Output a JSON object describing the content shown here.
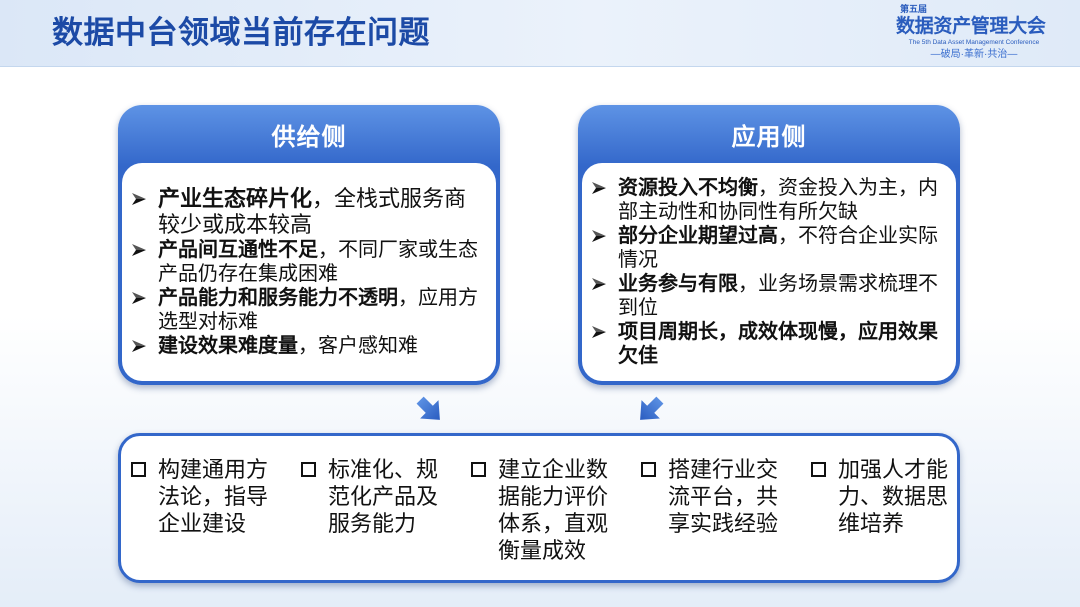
{
  "slide": {
    "title": "数据中台领域当前存在问题"
  },
  "logo": {
    "edition": "第五届",
    "name": "数据资产管理大会",
    "english": "The 5th Data Asset Management Conference",
    "slogan": "—破局·革新·共治—"
  },
  "supply_side": {
    "header": "供给侧",
    "items": [
      {
        "bold": "产业生态碎片化",
        "text": "，全栈式服务商较少或成本较高"
      },
      {
        "bold": "产品间互通性不足",
        "text": "，不同厂家或生态产品仍存在集成困难"
      },
      {
        "bold": "产品能力和服务能力不透明",
        "text": "，应用方选型对标难"
      },
      {
        "bold": "建设效果难度量",
        "text": "，客户感知难"
      }
    ]
  },
  "application_side": {
    "header": "应用侧",
    "items": [
      {
        "bold": "资源投入不均衡",
        "text": "，资金投入为主，内部主动性和协同性有所欠缺"
      },
      {
        "bold": "部分企业期望过高",
        "text": "，不符合企业实际情况"
      },
      {
        "bold": "业务参与有限",
        "text": "，业务场景需求梳理不到位"
      },
      {
        "bold": "项目周期长，成效体现慢，应用效果欠佳"
      }
    ]
  },
  "measures": {
    "items": [
      "构建通用方法论，指导企业建设",
      "标准化、规范化产品及服务能力",
      "建立企业数据能力评价体系，直观衡量成效",
      "搭建行业交流平台，共享实践经验",
      "加强人才能力、数据思维培养"
    ]
  },
  "icons": {
    "list_bullet": "arrowhead-bullet-icon",
    "measure_bullet": "square-checkbox-icon",
    "flow_arrows": [
      "arrow-down-right-icon",
      "arrow-down-left-icon"
    ]
  },
  "colors": {
    "title": "#1c4aa6",
    "logo": "#2a5cbd",
    "panel_blue": "#3367ca",
    "panel_header_top": "#5e93e5",
    "arrow_blue": "#2f66c8",
    "body_text": "#111111"
  }
}
